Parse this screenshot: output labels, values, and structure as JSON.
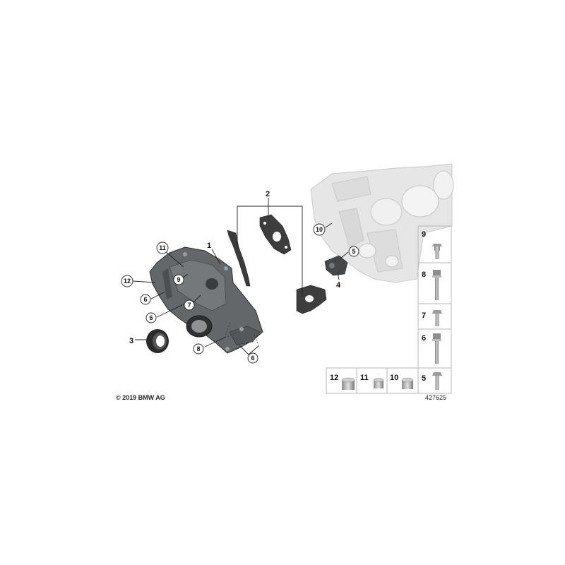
{
  "copyright": "© 2019 BMW AG",
  "diagram_number": "427625",
  "callouts": {
    "c1": "1",
    "c2": "2",
    "c3": "3",
    "c4": "4",
    "c5": "5",
    "c6a": "6",
    "c6b": "6",
    "c6c": "6",
    "c7": "7",
    "c8": "8",
    "c9": "9",
    "c10": "10",
    "c11": "11",
    "c12": "12"
  },
  "parts_table": {
    "bolts": [
      "9",
      "8",
      "7",
      "6",
      "5"
    ],
    "sleeves": [
      "12",
      "11",
      "10"
    ]
  },
  "colors": {
    "cover": "#5f6266",
    "cover_dark": "#3c3e41",
    "block": "#e4e4e4",
    "seal": "#2b2b2b",
    "frame": "#b5b5b5"
  }
}
